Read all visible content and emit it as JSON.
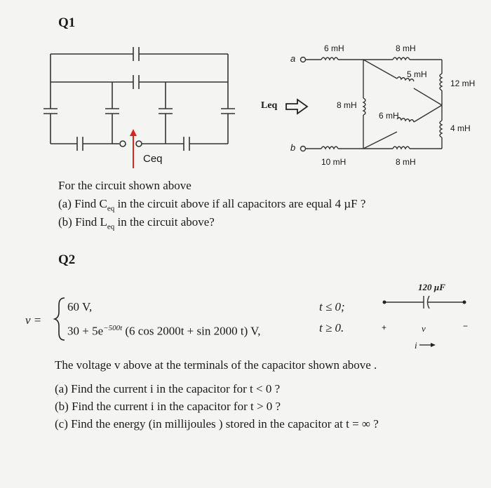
{
  "q1": {
    "heading": "Q1",
    "ceq_label": "Ceq",
    "leq_label": "Leq",
    "node_a": "a",
    "node_b": "b",
    "inductors": {
      "top_left": "6 mH",
      "top_right": "8 mH",
      "diag_upper": "5 mH",
      "right_upper": "12 mH",
      "middle": "8 mH",
      "diag_lower": "6 mH",
      "right_lower": "4 mH",
      "bottom_left": "10 mH",
      "bottom_right": "8 mH"
    },
    "intro": "For the circuit shown above",
    "part_a_prefix": "(a) Find C",
    "part_a_sub": "eq",
    "part_a_suffix": " in the circuit above if all capacitors are equal 4 µF ?",
    "part_b_prefix": "(b) Find L",
    "part_b_sub": "eq",
    "part_b_suffix": " in the circuit above?"
  },
  "q2": {
    "heading": "Q2",
    "v_lhs": "v =",
    "case1_expr": "60 V,",
    "case1_cond": "t ≤ 0;",
    "case2_expr_a": "30 + 5e",
    "case2_exp": "−500t",
    "case2_expr_b": " (6 cos 2000t + sin 2000 t) V,",
    "case2_cond": "t ≥ 0.",
    "cap_label": "120 µF",
    "plus": "+",
    "minus": "−",
    "v_sym": "v",
    "i_sym": "i",
    "statement": "The voltage v above at the terminals of the capacitor shown above .",
    "part_a": "(a)  Find the current  i  in the capacitor for t < 0 ?",
    "part_b": "(b) Find the  current  i  in the capacitor for t > 0 ?",
    "part_c": "(c) Find the  energy (in millijoules ) stored in the capacitor at t = ∞ ?"
  }
}
